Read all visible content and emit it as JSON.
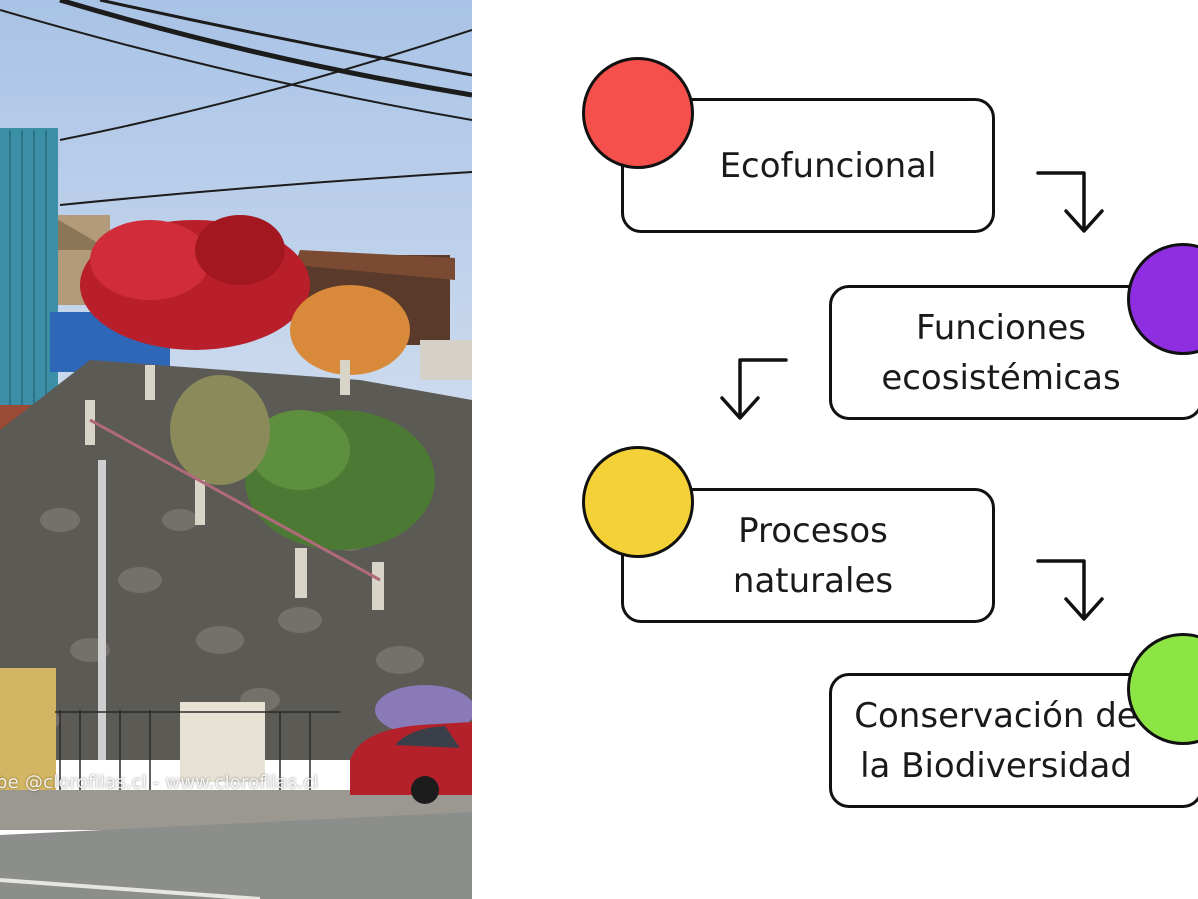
{
  "photo": {
    "credit": "be @clorofilas.cl - www.clorofilas.cl"
  },
  "diagram": {
    "steps": [
      {
        "label_lines": [
          "Ecofuncional"
        ],
        "circle_color": "#f5504b"
      },
      {
        "label_lines": [
          "Funciones",
          "ecosistémicas"
        ],
        "circle_color": "#8e2ee0"
      },
      {
        "label_lines": [
          "Procesos",
          "naturales"
        ],
        "circle_color": "#f4d237"
      },
      {
        "label_lines": [
          "Conservación de",
          "la Biodiversidad"
        ],
        "circle_color": "#8de545"
      }
    ]
  }
}
